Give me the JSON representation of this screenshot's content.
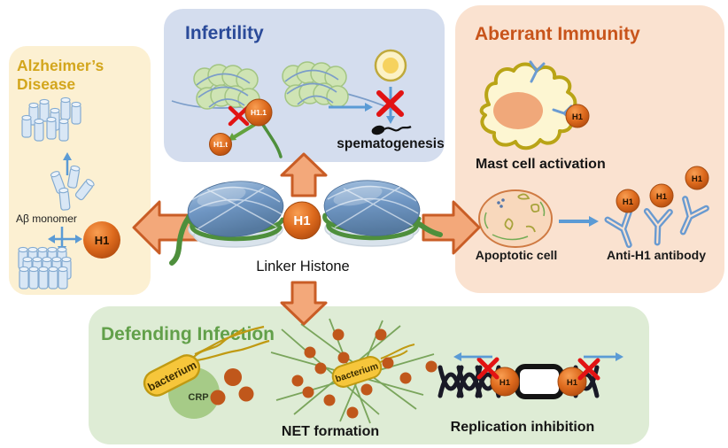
{
  "panels": {
    "alzheimers": {
      "title": [
        "Alzheimer’s",
        "Disease"
      ],
      "abeta_label": "Aβ monomer",
      "h1": "H1"
    },
    "infertility": {
      "title": "Infertility",
      "h1_variant_1": "H1.1",
      "h1_variant_t": "H1.t",
      "caption": "spematogenesis"
    },
    "aberrant_immunity": {
      "title": "Aberrant Immunity",
      "h1": "H1",
      "mast_caption": "Mast cell activation",
      "apoptotic_caption": "Apoptotic cell",
      "antibody_caption": "Anti-H1 antibody",
      "antibody_h1": [
        "H1",
        "H1",
        "H1"
      ]
    },
    "defending_infection": {
      "title": "Defending Infection",
      "bacterium": "bacterium",
      "crp": "CRP",
      "net_bacterium": "bacterium",
      "net_caption": "NET formation",
      "replication_caption": "Replication inhibition",
      "replication_h1": [
        "H1",
        "H1"
      ]
    }
  },
  "center": {
    "h1": "H1",
    "caption": "Linker Histone"
  },
  "colors": {
    "panel_alzheimers_bg": "#fcf0d2",
    "panel_infertility_bg": "#d4ddee",
    "panel_aberrant_bg": "#fae2d0",
    "panel_defending_bg": "#deecd5",
    "title_alzheimers": "#d3a61d",
    "title_infertility": "#2a4a99",
    "title_aberrant": "#c8541b",
    "title_defending": "#62a04a",
    "block_arrow_fill": "#f3a87a",
    "block_arrow_stroke": "#c95d26",
    "h1_ball_orange": "#dd6a1d",
    "dna_green": "#4e8f3c",
    "small_arrow_blue": "#5b9bd5",
    "red_cross": "#e21313",
    "bacterium_yellow": "#f6c63b",
    "crp_green": "#a6cb87"
  }
}
